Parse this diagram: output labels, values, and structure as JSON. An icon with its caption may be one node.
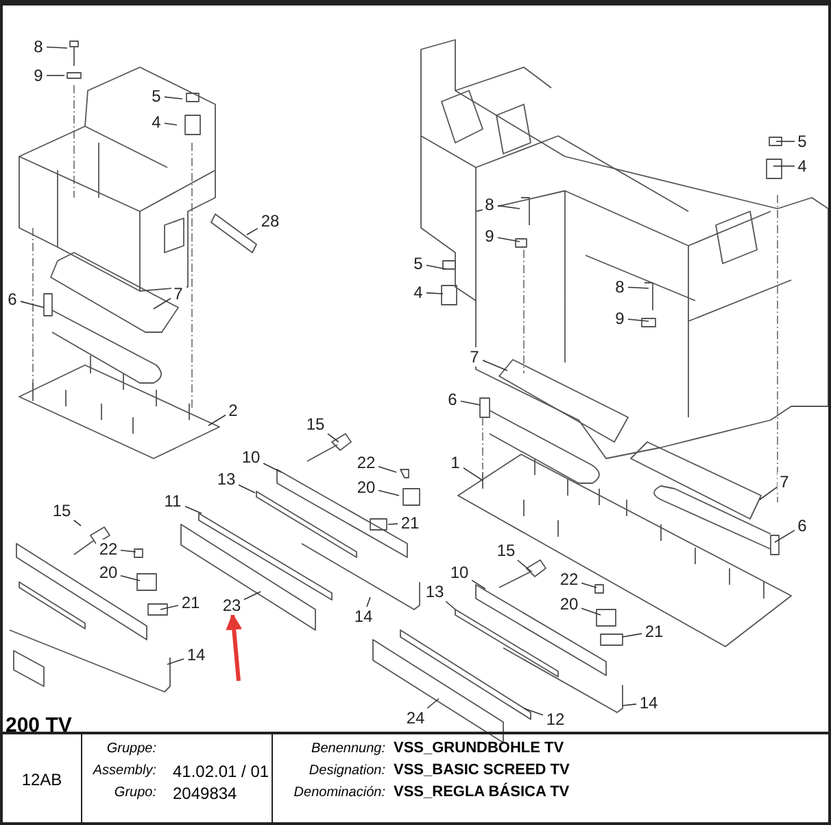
{
  "diagram": {
    "nodes": [
      {
        "text": [
          "8"
        ]
      },
      {
        "text": [
          "9"
        ]
      },
      {
        "text": [
          "5"
        ]
      },
      {
        "text": [
          "4"
        ]
      },
      {
        "text": [
          "5"
        ]
      },
      {
        "text": [
          "4"
        ]
      },
      {
        "text": [
          "8"
        ]
      },
      {
        "text": [
          "28"
        ]
      },
      {
        "text": [
          "9"
        ]
      },
      {
        "text": [
          "5"
        ]
      },
      {
        "text": [
          "4"
        ]
      },
      {
        "text": [
          "8"
        ]
      },
      {
        "text": [
          "6"
        ]
      },
      {
        "text": [
          "7"
        ]
      },
      {
        "text": [
          "9"
        ]
      },
      {
        "text": [
          "7"
        ]
      },
      {
        "text": [
          "6"
        ]
      },
      {
        "text": [
          "2"
        ]
      },
      {
        "text": [
          "15"
        ]
      },
      {
        "text": [
          "10"
        ]
      },
      {
        "text": [
          "22"
        ]
      },
      {
        "text": [
          "1"
        ]
      },
      {
        "text": [
          "13"
        ]
      },
      {
        "text": [
          "7"
        ]
      },
      {
        "text": [
          "20"
        ]
      },
      {
        "text": [
          "11"
        ]
      },
      {
        "text": [
          "15"
        ]
      },
      {
        "text": [
          "21"
        ]
      },
      {
        "text": [
          "6"
        ]
      },
      {
        "text": [
          "22"
        ]
      },
      {
        "text": [
          "15"
        ]
      },
      {
        "text": [
          "20"
        ]
      },
      {
        "text": [
          "10"
        ]
      },
      {
        "text": [
          "22"
        ]
      },
      {
        "text": [
          "13"
        ]
      },
      {
        "text": [
          "21"
        ]
      },
      {
        "text": [
          "20"
        ]
      },
      {
        "text": [
          "23"
        ]
      },
      {
        "text": [
          "14"
        ]
      },
      {
        "text": [
          "21"
        ]
      },
      {
        "text": [
          "14"
        ]
      },
      {
        "text": [
          "14"
        ]
      },
      {
        "text": [
          "12"
        ]
      },
      {
        "text": [
          "24"
        ]
      }
    ],
    "edges": [
      {
        "from": 0,
        "to": null,
        "arrow": "none"
      },
      {
        "from": 1,
        "to": null,
        "arrow": "none"
      },
      {
        "from": 2,
        "to": null,
        "arrow": "none"
      },
      {
        "from": 3,
        "to": null,
        "arrow": "none"
      },
      {
        "from": 4,
        "to": null,
        "arrow": "none"
      },
      {
        "from": 5,
        "to": null,
        "arrow": "none"
      },
      {
        "from": 6,
        "to": null,
        "arrow": "none"
      },
      {
        "from": 7,
        "to": null,
        "arrow": "none"
      },
      {
        "from": 8,
        "to": null,
        "arrow": "none"
      },
      {
        "from": 9,
        "to": null,
        "arrow": "none"
      },
      {
        "from": 10,
        "to": null,
        "arrow": "none"
      },
      {
        "from": 11,
        "to": null,
        "arrow": "none"
      },
      {
        "from": 12,
        "to": null,
        "arrow": "none"
      },
      {
        "from": 13,
        "to": null,
        "arrow": "none"
      },
      {
        "from": 14,
        "to": null,
        "arrow": "none"
      },
      {
        "from": 15,
        "to": null,
        "arrow": "none"
      },
      {
        "from": 16,
        "to": null,
        "arrow": "none"
      },
      {
        "from": 17,
        "to": null,
        "arrow": "none"
      },
      {
        "from": 18,
        "to": null,
        "arrow": "none"
      },
      {
        "from": 19,
        "to": null,
        "arrow": "none"
      },
      {
        "from": 20,
        "to": null,
        "arrow": "none"
      },
      {
        "from": 21,
        "to": null,
        "arrow": "none"
      },
      {
        "from": 22,
        "to": null,
        "arrow": "none"
      },
      {
        "from": 23,
        "to": null,
        "arrow": "none"
      },
      {
        "from": 24,
        "to": null,
        "arrow": "none"
      },
      {
        "from": 25,
        "to": null,
        "arrow": "none"
      },
      {
        "from": 26,
        "to": null,
        "arrow": "none"
      },
      {
        "from": 27,
        "to": null,
        "arrow": "none"
      },
      {
        "from": 28,
        "to": null,
        "arrow": "none"
      },
      {
        "from": 29,
        "to": null,
        "arrow": "none"
      },
      {
        "from": 30,
        "to": null,
        "arrow": "none"
      },
      {
        "from": 31,
        "to": null,
        "arrow": "none"
      },
      {
        "from": 32,
        "to": null,
        "arrow": "none"
      },
      {
        "from": 33,
        "to": null,
        "arrow": "none"
      },
      {
        "from": 34,
        "to": null,
        "arrow": "none"
      },
      {
        "from": 35,
        "to": null,
        "arrow": "none"
      },
      {
        "from": 36,
        "to": null,
        "arrow": "none"
      },
      {
        "from": 37,
        "to": null,
        "arrow": "none"
      },
      {
        "from": 38,
        "to": null,
        "arrow": "none"
      },
      {
        "from": 39,
        "to": null,
        "arrow": "none"
      },
      {
        "from": 40,
        "to": null,
        "arrow": "none"
      },
      {
        "from": 41,
        "to": null,
        "arrow": "none"
      },
      {
        "from": 42,
        "to": null,
        "arrow": "none"
      },
      {
        "from": 43,
        "to": null,
        "arrow": "none"
      },
      {
        "from": null,
        "to": 37,
        "arrow": "to",
        "style": "thick",
        "color": "#e53935"
      }
    ],
    "labels": [
      "200 TV",
      "12AB",
      "Gruppe:",
      "Assembly:",
      "Grupo:",
      "41.02.01 / 01",
      "2049834",
      "Benennung:",
      "VSS_GRUNDBOHLE TV",
      "Designation:",
      "VSS_BASIC SCREED TV",
      "Denominación:",
      "VSS_REGLA BÁSICA TV"
    ]
  }
}
